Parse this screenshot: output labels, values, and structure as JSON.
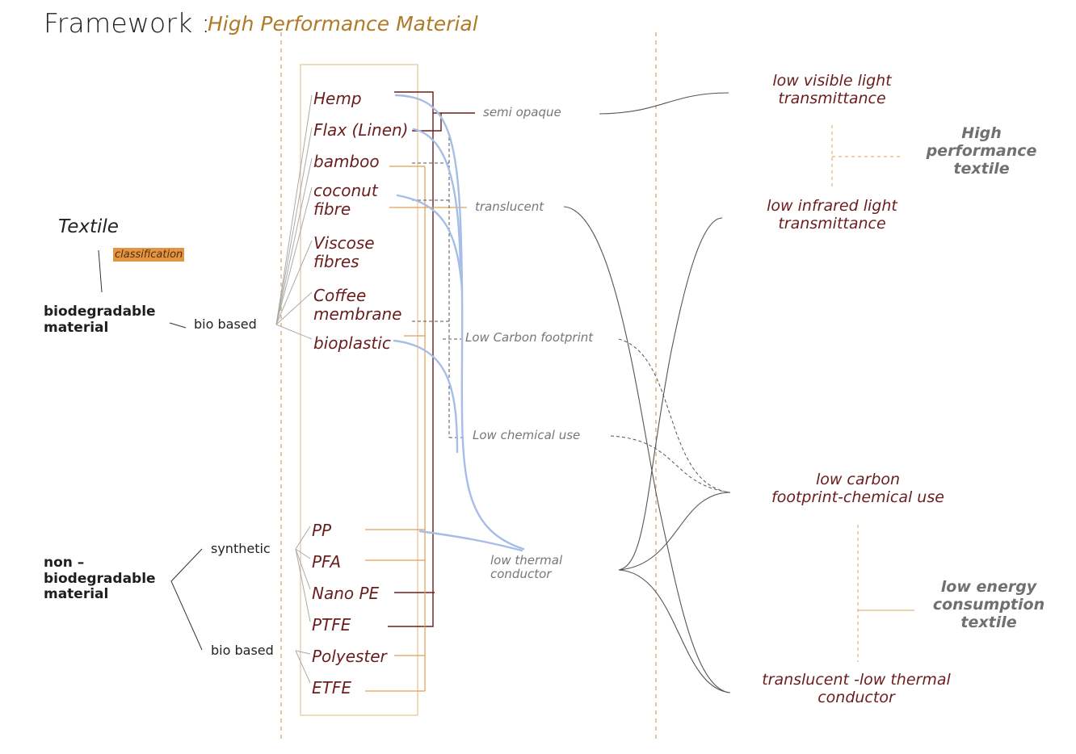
{
  "title": {
    "main": "Framework :",
    "sub": "High Performance Material"
  },
  "left": {
    "textile": "Textile",
    "classification": "classification",
    "biodegradable": [
      "biodegradable",
      "material"
    ],
    "bio_based_top": "bio based",
    "non_biodegradable": [
      "non –",
      "biodegradable",
      "material"
    ],
    "synthetic": "synthetic",
    "bio_based_bottom": "bio based"
  },
  "materials": {
    "hemp": "Hemp",
    "flax": "Flax (Linen)",
    "bamboo": "bamboo",
    "coconut": [
      "coconut",
      "fibre"
    ],
    "viscose": [
      "Viscose",
      "fibres"
    ],
    "coffee": [
      "Coffee",
      "membrane"
    ],
    "bioplastic": "bioplastic",
    "pp": "PP",
    "pfa": "PFA",
    "nanope": "Nano PE",
    "ptfe": "PTFE",
    "polyester": "Polyester",
    "etfe": "ETFE"
  },
  "properties": {
    "semi_opaque": "semi opaque",
    "translucent": "translucent",
    "low_carbon": "Low Carbon footprint",
    "low_chemical": "Low chemical use",
    "low_thermal": [
      "low thermal",
      "conductor"
    ]
  },
  "results": {
    "low_visible": [
      "low visible light",
      "transmittance"
    ],
    "low_infrared": [
      "low infrared light",
      "transmittance"
    ],
    "low_carbon_chem": [
      "low carbon",
      "footprint-chemical use"
    ],
    "translucent_low_thermal": [
      "translucent -low thermal",
      "conductor"
    ]
  },
  "groups": {
    "high_performance": [
      "High",
      "performance",
      "textile"
    ],
    "low_energy": [
      "low energy",
      "consumption",
      "textile"
    ]
  },
  "colors": {
    "maroon": "#6b1d1d",
    "orange": "#e0a050",
    "blue": "#a6bde6",
    "gray": "#555555"
  }
}
